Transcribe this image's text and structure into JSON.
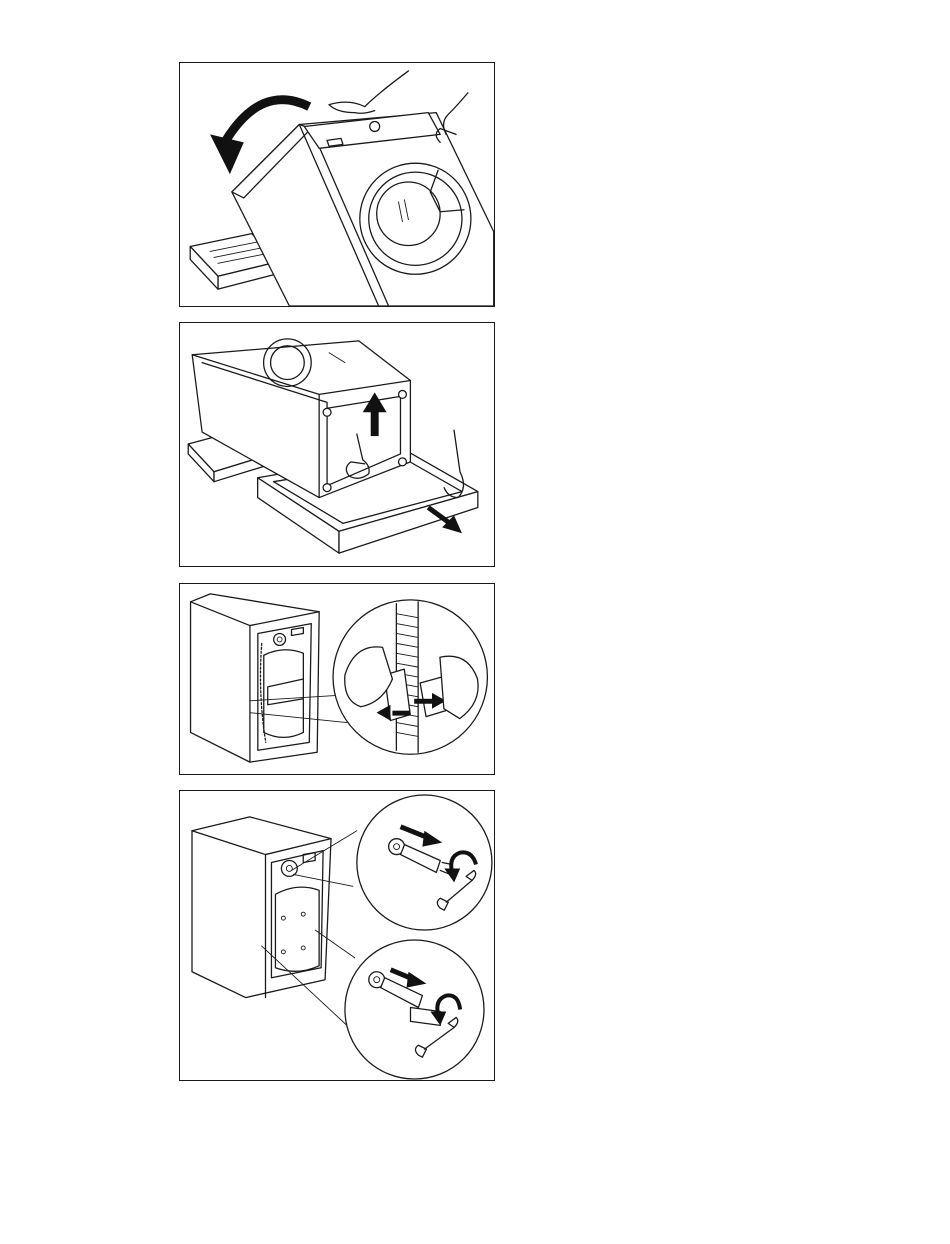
{
  "figures": [
    {
      "id": "fig-tilt-machine-back",
      "icons": [
        "rotate-arrow-icon",
        "hand-icon"
      ]
    },
    {
      "id": "fig-remove-base-block",
      "icons": [
        "up-arrow-icon",
        "pull-arrow-icon",
        "hand-icon"
      ]
    },
    {
      "id": "fig-release-hose-clip",
      "icons": [
        "pinch-arrows-icon",
        "hand-icon"
      ]
    },
    {
      "id": "fig-remove-transit-bolts",
      "icons": [
        "push-arrow-icon",
        "rotate-ccw-icon",
        "wrench-icon"
      ]
    }
  ],
  "colors": {
    "line": "#1a1a1a",
    "paper": "#ffffff"
  }
}
